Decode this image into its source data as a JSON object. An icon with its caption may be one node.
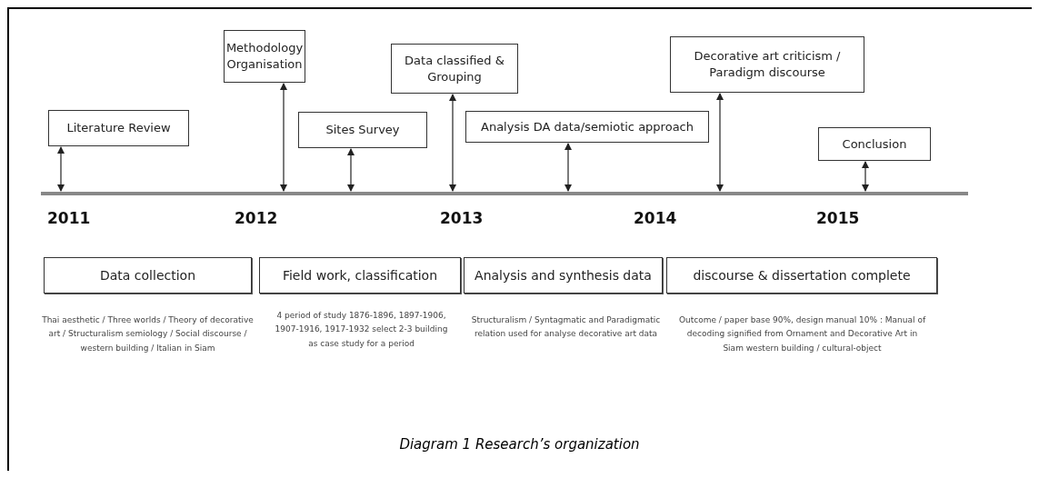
{
  "diagram": {
    "caption": "Diagram 1 Research’s organization",
    "nodes": [
      {
        "text": [
          "Literature Review"
        ]
      },
      {
        "text": [
          "Methodology Organisation"
        ]
      },
      {
        "text": [
          "Sites Survey"
        ]
      },
      {
        "text": [
          "Data classified & Grouping"
        ]
      },
      {
        "text": [
          "Analysis DA data/semiotic approach"
        ]
      },
      {
        "text": [
          "Decorative art criticism / Paradigm discourse"
        ]
      },
      {
        "text": [
          "Conclusion"
        ]
      },
      {
        "text": [
          "Data collection"
        ],
        "beside": [
          "Thai aesthetic / Three worlds / Theory of decorative art / Structuralism semiology / Social discourse / western building / Italian in Siam"
        ]
      },
      {
        "text": [
          "Field work, classification"
        ],
        "beside": [
          "4 period of study 1876-1896, 1897-1906, 1907-1916, 1917-1932 select 2-3 building as case study for a period"
        ]
      },
      {
        "text": [
          "Analysis and synthesis data"
        ],
        "beside": [
          "Structuralism / Syntagmatic and Paradigmatic relation used for analyse decorative art data"
        ]
      },
      {
        "text": [
          "discourse & dissertation complete"
        ],
        "beside": [
          "Outcome / paper base 90%, design manual 10% : Manual of decoding signified from Ornament and Decorative Art in Siam western building / cultural-object"
        ]
      }
    ],
    "edges": [
      {
        "from": null,
        "to": 0,
        "arrow": "both"
      },
      {
        "from": null,
        "to": 1,
        "arrow": "both"
      },
      {
        "from": null,
        "to": 2,
        "arrow": "both"
      },
      {
        "from": null,
        "to": 3,
        "arrow": "both"
      },
      {
        "from": null,
        "to": 4,
        "arrow": "both"
      },
      {
        "from": null,
        "to": 5,
        "arrow": "both"
      },
      {
        "from": null,
        "to": 6,
        "arrow": "both"
      }
    ],
    "labels": [
      "2011",
      "2012",
      "2013",
      "2014",
      "2015"
    ]
  }
}
